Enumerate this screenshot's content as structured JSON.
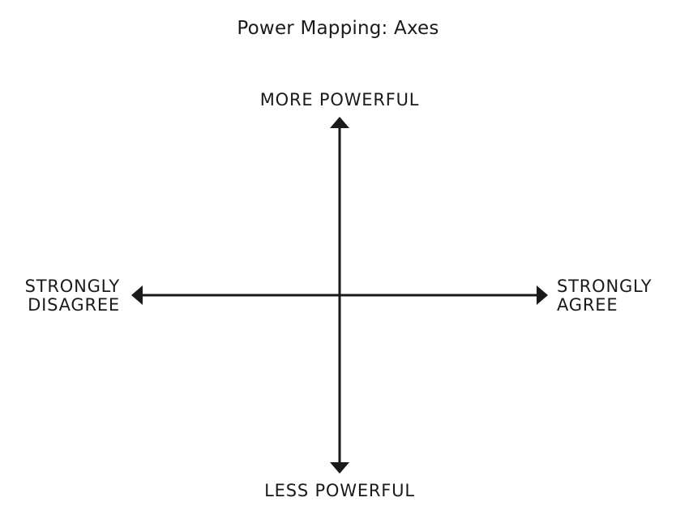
{
  "title": "Power Mapping: Axes",
  "axes": {
    "vertical": {
      "top_label": "MORE POWERFUL",
      "bottom_label": "LESS POWERFUL"
    },
    "horizontal": {
      "left_label_lines": [
        "STRONGLY",
        "DISAGREE"
      ],
      "right_label_lines": [
        "STRONGLY",
        "AGREE"
      ]
    }
  },
  "colors": {
    "ink": "#1a1a1a",
    "background": "#ffffff"
  }
}
